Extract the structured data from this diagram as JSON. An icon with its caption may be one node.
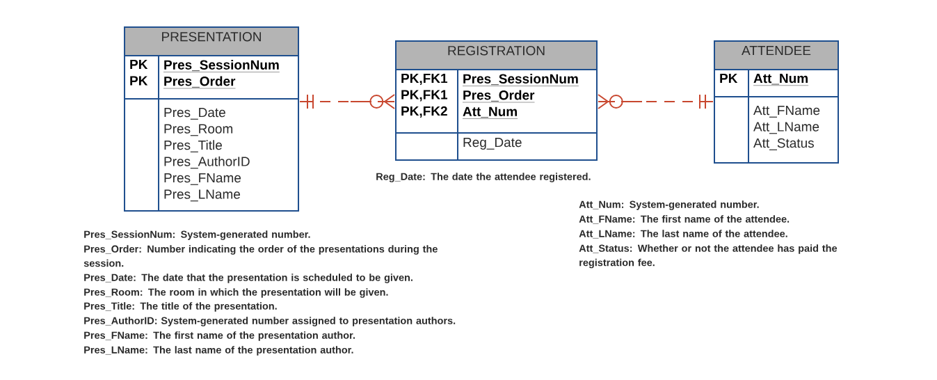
{
  "diagram": {
    "nodes": [
      {
        "text": [
          "PRESENTATION"
        ]
      },
      {
        "text": [
          "PK",
          "PK"
        ],
        "in": 0
      },
      {
        "text": [
          "Pres_SessionNum",
          "Pres_Order"
        ],
        "in": 0
      },
      {
        "text": [
          "Pres_Date",
          "Pres_Room",
          "Pres_Title",
          "Pres_AuthorID",
          "Pres_FName",
          "Pres_LName"
        ],
        "in": 0
      },
      {
        "text": [
          "REGISTRATION"
        ]
      },
      {
        "text": [
          "PK,FK1",
          "PK,FK1",
          "PK,FK2"
        ],
        "in": 4
      },
      {
        "text": [
          "Pres_SessionNum",
          "Pres_Order",
          "Att_Num"
        ],
        "in": 4
      },
      {
        "text": [
          "Reg_Date"
        ],
        "in": 4
      },
      {
        "text": [
          "ATTENDEE"
        ]
      },
      {
        "text": [
          "PK"
        ],
        "in": 8
      },
      {
        "text": [
          "Att_Num"
        ],
        "in": 8
      },
      {
        "text": [
          "Att_FName",
          "Att_LName",
          "Att_Status"
        ],
        "in": 8
      }
    ],
    "edges": [
      {
        "from": 0,
        "to": 4,
        "arrow": "other",
        "style": "dashed"
      },
      {
        "from": 8,
        "to": 4,
        "arrow": "other",
        "style": "dashed"
      }
    ],
    "labels": [
      "Reg_Date: The date the attendee registered.",
      "Pres_SessionNum:  System-generated number.",
      "Pres_Order: Number indicating the order of the presentations during the session.",
      "Pres_Date: The date that the presentation is scheduled to be given.",
      "Pres_Room: The room in which the presentation will be given.",
      "Pres_Title: The title of the presentation.",
      "Pres_AuthorID:  System-generated number assigned to presentation authors.",
      "Pres_FName: The first name of the presentation author.",
      "Pres_LName: The last name of the presentation author.",
      "Att_Num:  System-generated number.",
      "Att_FName: The first name of the attendee.",
      "Att_LName: The last name of the attendee.",
      "Att_Status:  Whether or not the attendee has paid the registration fee."
    ]
  }
}
